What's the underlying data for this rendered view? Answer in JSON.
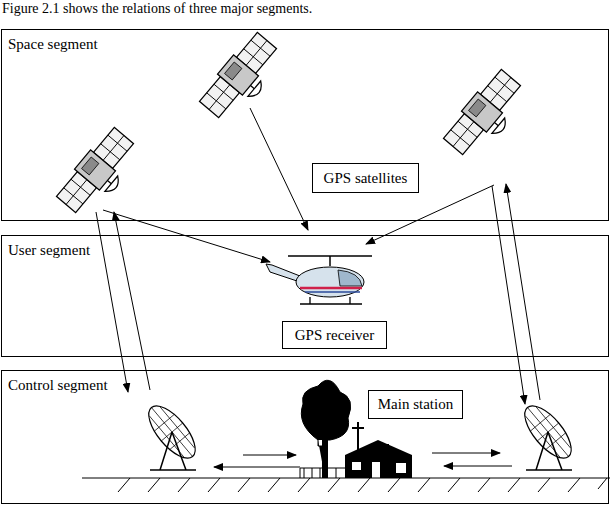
{
  "diagram": {
    "nodes": [
      {
        "text": [
          "Space segment"
        ]
      },
      {
        "text": [
          "GPS satellites"
        ],
        "in": 0
      },
      {
        "text": [
          "User segment"
        ]
      },
      {
        "text": [
          "GPS receiver"
        ],
        "in": 2
      },
      {
        "text": [
          "Control segment"
        ]
      },
      {
        "text": [
          "Main station"
        ],
        "in": 4
      }
    ],
    "labels": [
      "Figure 2.1 shows the relations of three major segments."
    ]
  }
}
